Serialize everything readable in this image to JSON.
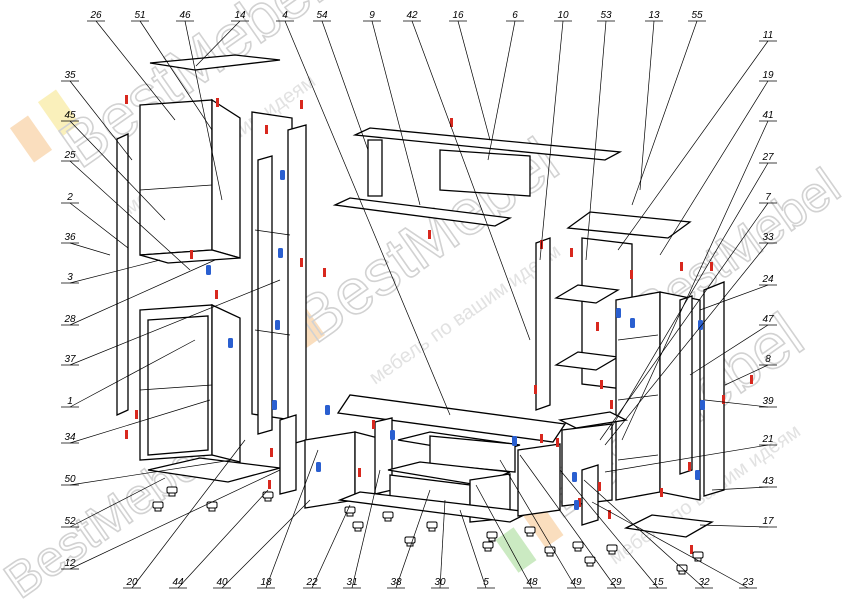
{
  "watermark": {
    "brand": "BestMebel",
    "tagline": "мебель по вашим идеям"
  },
  "part_labels": [
    "26",
    "51",
    "46",
    "14",
    "4",
    "54",
    "9",
    "42",
    "16",
    "6",
    "10",
    "53",
    "13",
    "55",
    "11",
    "19",
    "41",
    "27",
    "7",
    "33",
    "24",
    "47",
    "8",
    "39",
    "21",
    "43",
    "17",
    "35",
    "45",
    "25",
    "2",
    "36",
    "3",
    "28",
    "37",
    "1",
    "34",
    "50",
    "52",
    "12",
    "20",
    "44",
    "40",
    "18",
    "22",
    "31",
    "38",
    "30",
    "5",
    "48",
    "49",
    "29",
    "15",
    "32",
    "23"
  ],
  "colors": {
    "hardware_red": "#d8281e",
    "hardware_blue": "#2a5fd0",
    "watermark_grey": "#d2d2d2",
    "accent_orange": "#f5c389",
    "accent_green": "#a8dc9a",
    "accent_yellow": "#f6e68e"
  }
}
